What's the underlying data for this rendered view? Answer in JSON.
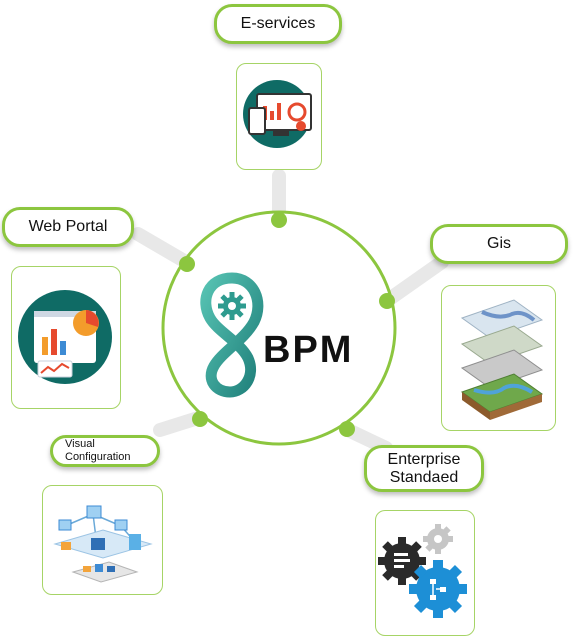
{
  "center": {
    "brand_text": "BPM"
  },
  "nodes": {
    "e_services": {
      "label": "E-services"
    },
    "web_portal": {
      "label": "Web Portal"
    },
    "gis": {
      "label": "Gis"
    },
    "visual_configuration": {
      "label_line1": "Visual",
      "label_line2": "Configuration"
    },
    "enterprise_standard": {
      "label_line1": "Enterprise",
      "label_line2": "Standaed"
    }
  },
  "colors": {
    "accent_green": "#8cc63f",
    "connector_gray": "#e6e6e6",
    "logo_teal": "#2e9b8f",
    "icon_dark_teal": "#0f6b65"
  }
}
